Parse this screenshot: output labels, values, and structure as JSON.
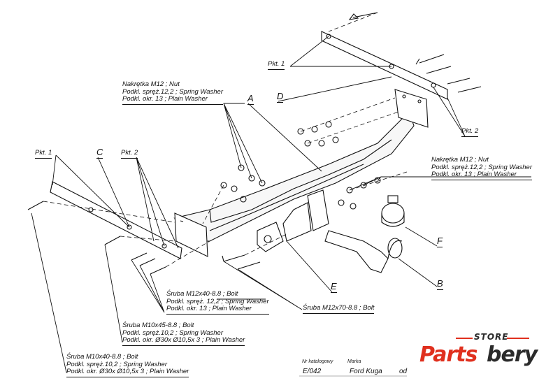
{
  "callouts": {
    "pkt1_top": "Pkt. 1",
    "pkt1_left": "Pkt. 1",
    "pkt2_left": "Pkt. 2",
    "pkt2_right": "Pkt. 2",
    "a": "A",
    "b": "B",
    "c": "C",
    "d": "D",
    "e": "E",
    "f": "F"
  },
  "notes": {
    "nut_top": [
      "Nakrętka M12 ; Nut",
      "Podkl. spręż.12,2 ; Spring Washer",
      "Podkl. okr. 13 ; Plain Washer"
    ],
    "nut_right": [
      "Nakrętka M12 ; Nut",
      "Podkl. spręż.12,2 ; Spring Washer",
      "Podkl. okr. 13 ; Plain Washer"
    ],
    "bolt_m12x40": [
      "Śruba M12x40-8.8 ; Bolt",
      "Podkl. spręż. 12,2 ; Spring Washer",
      "Podkl. okr. 13 ; Plain Washer"
    ],
    "bolt_m12x70": "Śruba M12x70-8.8 ; Bolt",
    "bolt_m10x45": [
      "Śruba M10x45-8.8 ; Bolt",
      "Podkl. spręż.10,2 ; Spring Washer",
      "Podkl. okr. Ø30x Ø10,5x 3 ; Plain Washer"
    ],
    "bolt_m10x40": [
      "Śruba M10x40-8.8 ; Bolt",
      "Podkl. spręż.10,2 ; Spring Washer",
      "Podkl. okr. Ø30x Ø10,5x 3 ; Plain Washer"
    ]
  },
  "catalog": {
    "nr_label": "Nr katalogowy",
    "nr_value": "E/042",
    "marka_label": "Marka",
    "marka_value": "Ford Kuga",
    "od_label": "od"
  },
  "logo": {
    "store": "STORE",
    "parts": "Parts",
    "bery": "bery",
    "red_color": "#e0301e",
    "dark_color": "#2b2b2b"
  }
}
